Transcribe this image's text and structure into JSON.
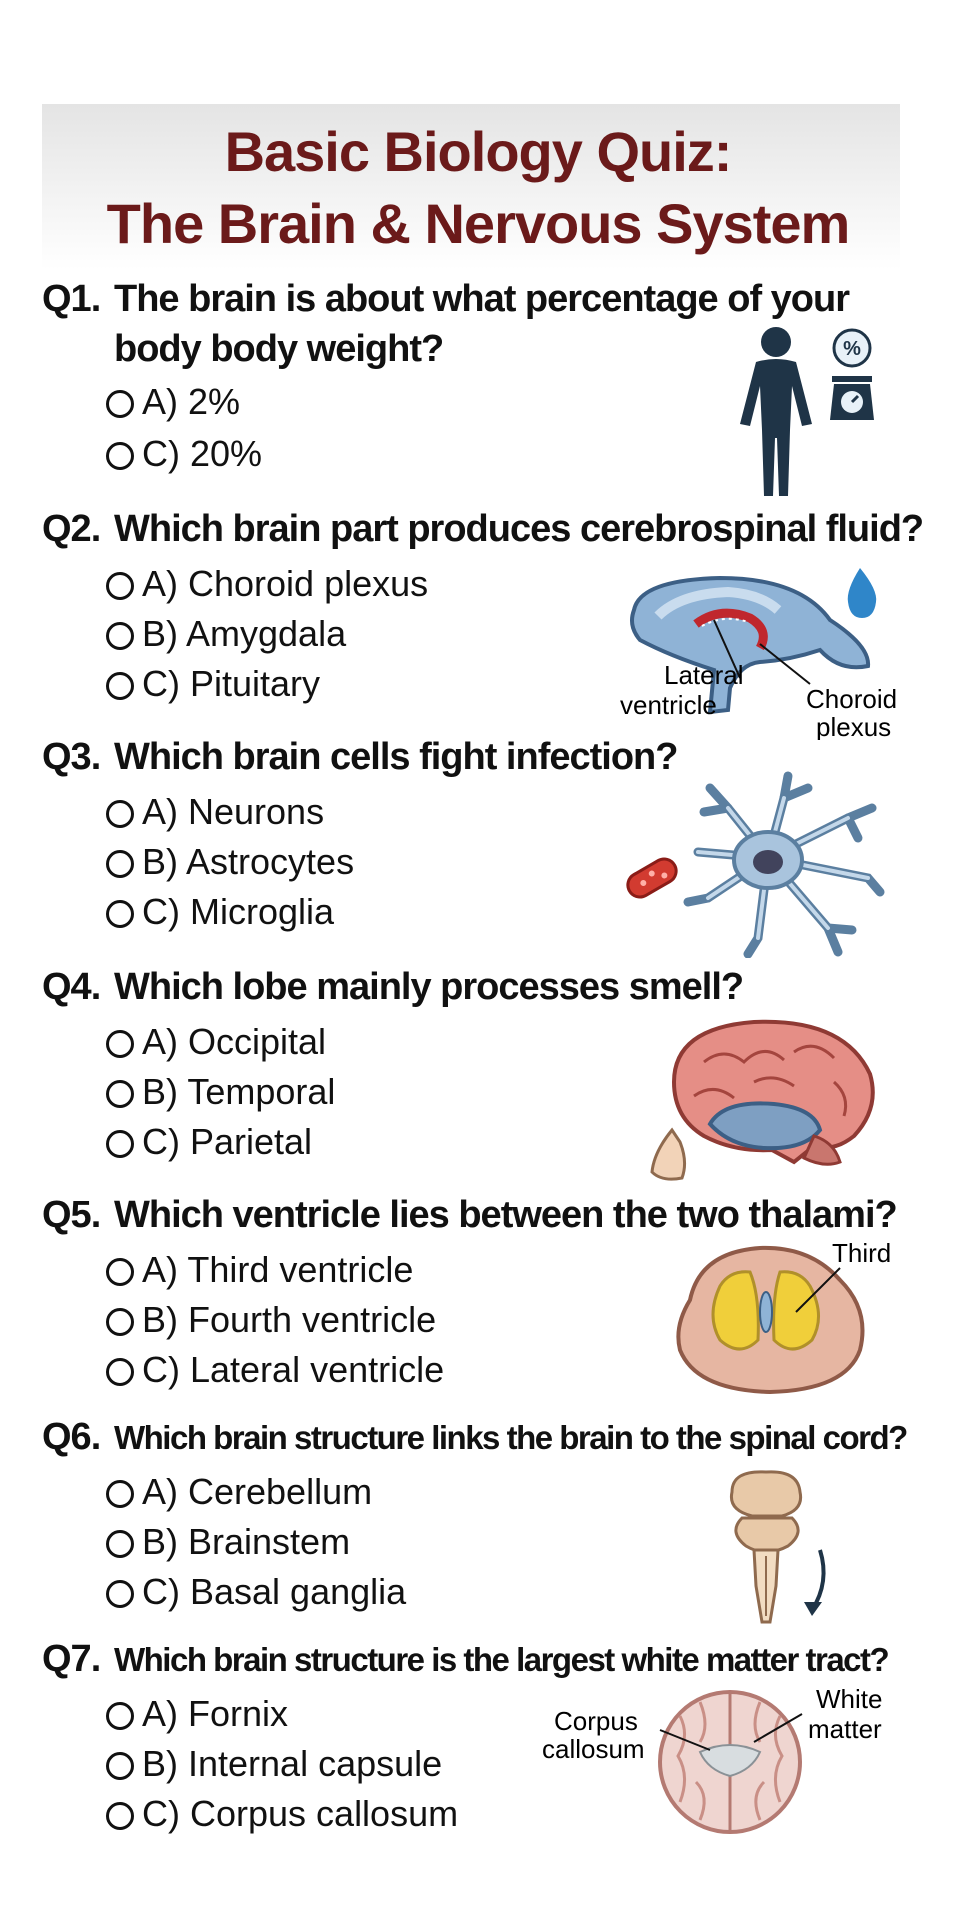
{
  "title": {
    "line1": "Basic Biology Quiz:",
    "line2": "The Brain & Nervous System"
  },
  "questions": [
    {
      "num": "Q1.",
      "text_line1": "The brain is about what percentage of your",
      "text_line2": "body body weight?",
      "options": [
        "A) 2%",
        "C) 20%"
      ]
    },
    {
      "num": "Q2.",
      "text": "Which brain part produces cerebrospinal fluid?",
      "options": [
        "A) Choroid plexus",
        "B) Amygdala",
        "C) Pituitary"
      ],
      "labels": {
        "left_1": "Lateral",
        "left_2": "ventricle",
        "right_1": "Choroid",
        "right_2": "plexus"
      }
    },
    {
      "num": "Q3.",
      "text": "Which brain cells fight infection?",
      "options": [
        "A) Neurons",
        "B) Astrocytes",
        "C) Microglia"
      ]
    },
    {
      "num": "Q4.",
      "text": "Which lobe mainly processes smell?",
      "options": [
        "A) Occipital",
        "B) Temporal",
        "C) Parietal"
      ]
    },
    {
      "num": "Q5.",
      "text": "Which ventricle lies between the two thalami?",
      "options": [
        "A) Third ventricle",
        "B) Fourth ventricle",
        "C) Lateral ventricle"
      ],
      "labels": {
        "top": "Third"
      }
    },
    {
      "num": "Q6.",
      "text": "Which brain structure links the brain to the spinal cord?",
      "options": [
        "A) Cerebellum",
        "B) Brainstem",
        "C) Basal ganglia"
      ]
    },
    {
      "num": "Q7.",
      "text": "Which brain structure is the largest white matter tract?",
      "options": [
        "A) Fornix",
        "B) Internal capsule",
        "C) Corpus callosum"
      ],
      "labels": {
        "left_1": "Corpus",
        "left_2": "callosum",
        "right_1": "White",
        "right_2": "matter"
      }
    }
  ],
  "icons": {
    "percent": "%"
  }
}
